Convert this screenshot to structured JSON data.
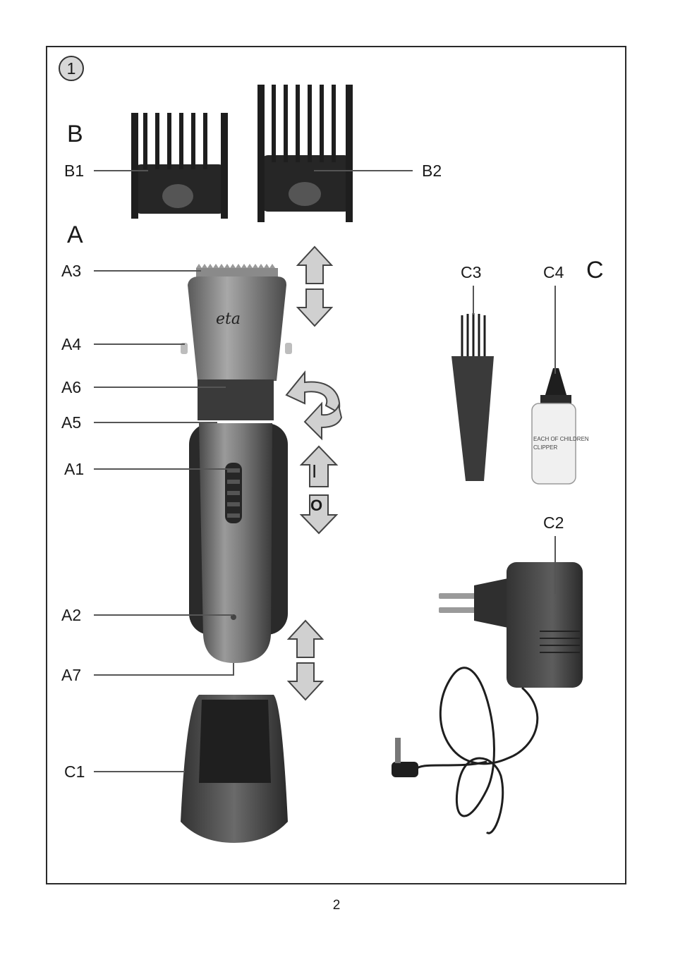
{
  "figure_number": "1",
  "page_number": "2",
  "groups": {
    "A": "A",
    "B": "B",
    "C": "C"
  },
  "labels": {
    "B1": "B1",
    "B2": "B2",
    "A1": "A1",
    "A2": "A2",
    "A3": "A3",
    "A4": "A4",
    "A5": "A5",
    "A6": "A6",
    "A7": "A7",
    "C1": "C1",
    "C2": "C2",
    "C3": "C3",
    "C4": "C4"
  },
  "switch_symbols": {
    "on": "I",
    "off": "O"
  },
  "product_text": {
    "brand": "eta",
    "bottle_line1": "EACH OF CHILDREN",
    "bottle_line2": "CLIPPER"
  },
  "colors": {
    "frame": "#2a2a2a",
    "leader": "#555555",
    "arrow_fill": "#d0d0d0",
    "device": "#6b6b6b",
    "dark": "#2b2b2b"
  }
}
